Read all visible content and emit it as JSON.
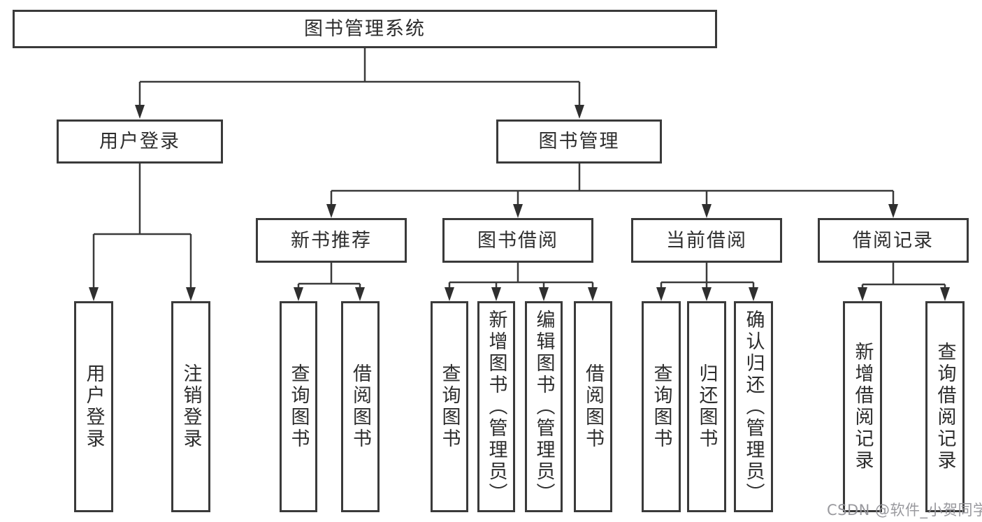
{
  "tree": {
    "label": "图书管理系统",
    "children": [
      {
        "label": "用户登录",
        "children": [
          {
            "label": "用户登录"
          },
          {
            "label": "注销登录"
          }
        ]
      },
      {
        "label": "图书管理",
        "children": [
          {
            "label": "新书推荐",
            "children": [
              {
                "label": "查询图书"
              },
              {
                "label": "借阅图书"
              }
            ]
          },
          {
            "label": "图书借阅",
            "children": [
              {
                "label": "查询图书"
              },
              {
                "label": "新增图书（管理员）"
              },
              {
                "label": "编辑图书（管理员）"
              },
              {
                "label": "借阅图书"
              }
            ]
          },
          {
            "label": "当前借阅",
            "children": [
              {
                "label": "查询图书"
              },
              {
                "label": "归还图书"
              },
              {
                "label": "确认归还（管理员）"
              }
            ]
          },
          {
            "label": "借阅记录",
            "children": [
              {
                "label": "新增借阅记录"
              },
              {
                "label": "查询借阅记录"
              }
            ]
          }
        ]
      }
    ]
  },
  "watermark": {
    "text": "CSDN @软件_小贺同学"
  },
  "colors": {
    "line": "#3a3a3a",
    "box_border": "#3a3a3a",
    "box_background": "#ffffff",
    "text": "#2d2d2d",
    "watermark": "#949499"
  }
}
